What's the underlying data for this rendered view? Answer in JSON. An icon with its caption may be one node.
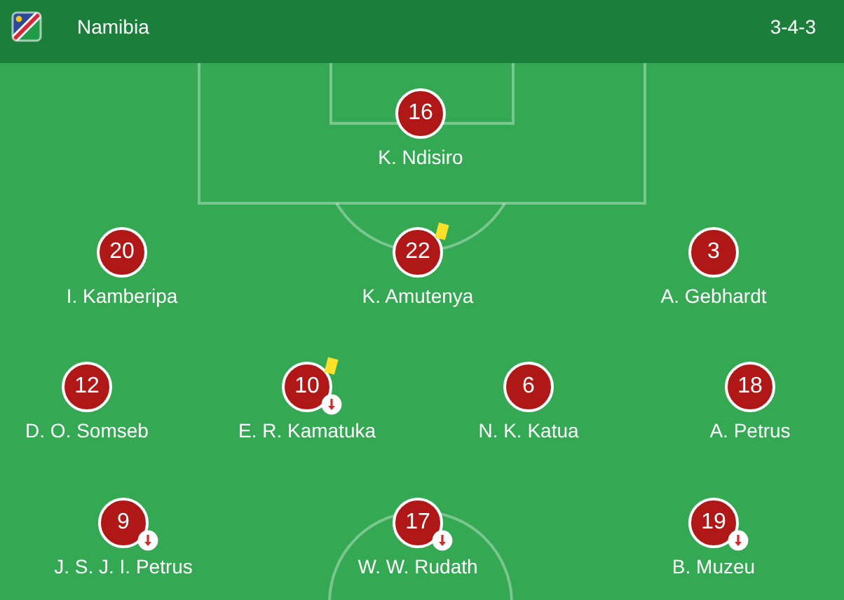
{
  "diagram": {
    "title": "Namibia",
    "nodes": [
      {
        "text": [
          "16"
        ],
        "beside": [
          "K. Ndisiro"
        ]
      },
      {
        "text": [
          "20"
        ],
        "beside": [
          "I. Kamberipa"
        ]
      },
      {
        "text": [
          "22"
        ],
        "beside": [
          "K. Amutenya"
        ]
      },
      {
        "text": [
          "3"
        ],
        "beside": [
          "A. Gebhardt"
        ]
      },
      {
        "text": [
          "12"
        ],
        "beside": [
          "D. O. Somseb"
        ]
      },
      {
        "text": [
          "10"
        ],
        "beside": [
          "E. R. Kamatuka"
        ]
      },
      {
        "text": [
          "6"
        ],
        "beside": [
          "N. K. Katua"
        ]
      },
      {
        "text": [
          "18"
        ],
        "beside": [
          "A. Petrus"
        ]
      },
      {
        "text": [
          "9"
        ],
        "beside": [
          "J. S. J. I. Petrus"
        ]
      },
      {
        "text": [
          "17"
        ],
        "beside": [
          "W. W. Rudath"
        ]
      },
      {
        "text": [
          "19"
        ],
        "beside": [
          "B. Muzeu"
        ]
      }
    ],
    "labels": [
      "3-4-3"
    ]
  }
}
